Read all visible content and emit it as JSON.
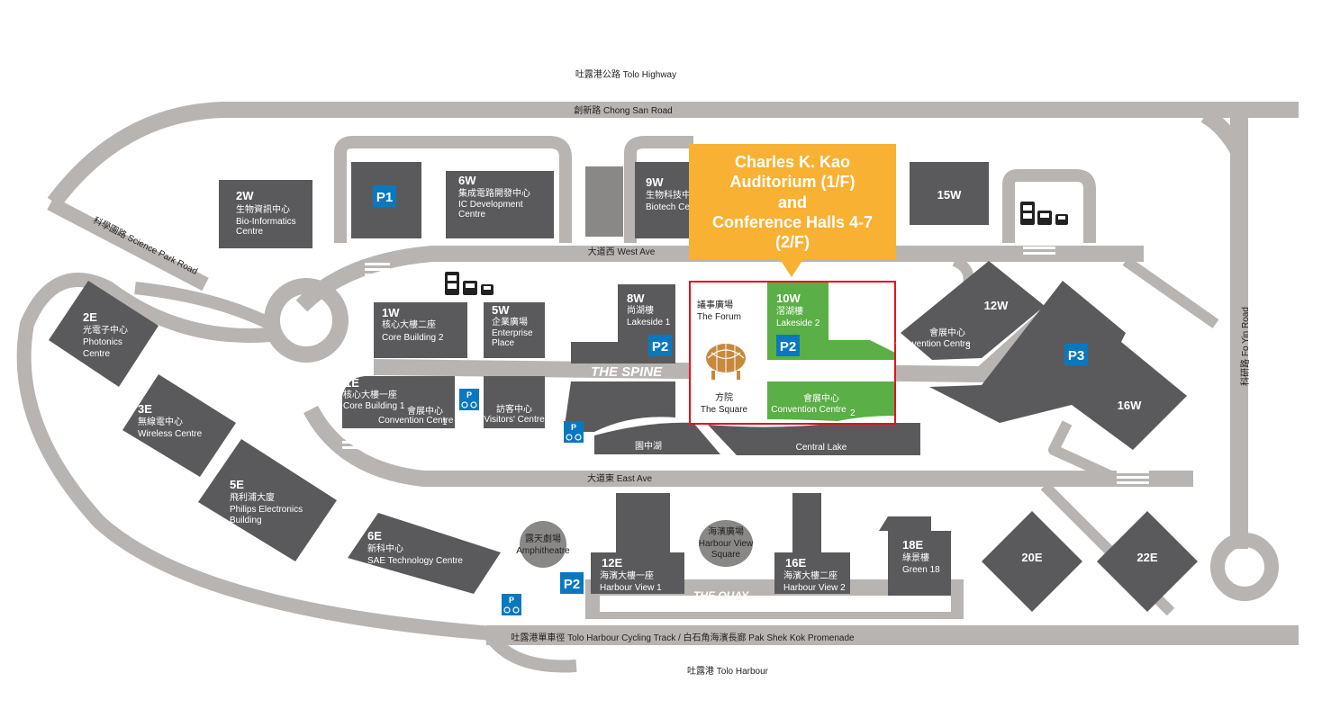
{
  "roads": {
    "tolo_highway": "吐露港公路 Tolo Highway",
    "chong_san_road": "創新路 Chong San Road",
    "science_park_road": "科學園路 Science Park Road",
    "west_ave": "大道西 West Ave",
    "east_ave": "大道東 East Ave",
    "fo_yin_road": "科研路 Fo Yin Road",
    "cycling_track": "吐露港單車徑 Tolo Harbour Cycling Track / 白石角海濱長廊 Pak Shek Kok Promenade",
    "tolo_harbour": "吐露港 Tolo Harbour"
  },
  "callout": {
    "lines": [
      "Charles K. Kao",
      "Auditorium (1/F)",
      "and",
      "Conference Halls 4-7",
      "(2/F)"
    ],
    "color": "#f8b133"
  },
  "colors": {
    "building": "#5a5a5c",
    "road": "#b8b4b2",
    "green": "#5aaf46",
    "parking": "#0a78bf",
    "highlight": "#e3131b"
  },
  "buildings": {
    "b2w": {
      "code": "2W",
      "zh": "生物資訊中心",
      "en1": "Bio-Informatics",
      "en2": "Centre"
    },
    "b6w": {
      "code": "6W",
      "zh": "集成電路開發中心",
      "en1": "IC Development",
      "en2": "Centre"
    },
    "b9w": {
      "code": "9W",
      "zh": "生物科技中",
      "en1": "Biotech Ce"
    },
    "b15w": {
      "code": "15W"
    },
    "b1w": {
      "code": "1W",
      "zh": "核心大樓二座",
      "en1": "Core Building 2"
    },
    "b5w": {
      "code": "5W",
      "zh": "企業廣場",
      "en1": "Enterprise",
      "en2": "Place"
    },
    "b8w": {
      "code": "8W",
      "zh": "尚湖樓",
      "en1": "Lakeside 1"
    },
    "b10w": {
      "code": "10W",
      "zh": "滘湖樓",
      "en1": "Lakeside 2"
    },
    "b12w": {
      "code": "12W"
    },
    "b16w": {
      "code": "16W"
    },
    "b1e": {
      "code": "1E",
      "zh": "核心大樓一座",
      "en1": "Core Building 1"
    },
    "b2e": {
      "code": "2E",
      "zh": "光電子中心",
      "en1": "Photonics",
      "en2": "Centre"
    },
    "b3e": {
      "code": "3E",
      "zh": "無線電中心",
      "en1": "Wireless Centre"
    },
    "b5e": {
      "code": "5E",
      "zh": "飛利浦大廈",
      "en1": "Philips Electronics",
      "en2": "Building"
    },
    "b6e": {
      "code": "6E",
      "zh": "新科中心",
      "en1": "SAE Technology Centre"
    },
    "b12e": {
      "code": "12E",
      "zh": "海濱大樓一座",
      "en1": "Harbour View 1"
    },
    "b16e": {
      "code": "16E",
      "zh": "海濱大樓二座",
      "en1": "Harbour View 2"
    },
    "b18e": {
      "code": "18E",
      "zh": "綠景樓",
      "en1": "Green 18"
    },
    "b20e": {
      "code": "20E"
    },
    "b22e": {
      "code": "22E"
    }
  },
  "places": {
    "forum": {
      "zh": "議事廣場",
      "en": "The Forum"
    },
    "square": {
      "zh": "方院",
      "en": "The Square"
    },
    "visitors": {
      "zh": "訪客中心",
      "en": "Visitors' Centre"
    },
    "cc1": {
      "zh": "會展中心",
      "en": "Convention Centre",
      "num": "1"
    },
    "cc2": {
      "zh": "會展中心",
      "en": "Convention Centre",
      "num": "2"
    },
    "cc3": {
      "zh": "會展中心",
      "en": "Convention Centre",
      "num": "3"
    },
    "lake_zh": "園中湖",
    "lake_en": "Central Lake",
    "amphi": {
      "zh": "露天劇場",
      "en": "Amphitheatre"
    },
    "harbour_sq": {
      "zh": "海濱廣場",
      "en1": "Harbour View",
      "en2": "Square"
    },
    "spine": "THE SPINE",
    "quay": "THE QUAY"
  },
  "parking": {
    "p1": "P1",
    "p2": "P2",
    "p3": "P3",
    "bike": "P"
  }
}
